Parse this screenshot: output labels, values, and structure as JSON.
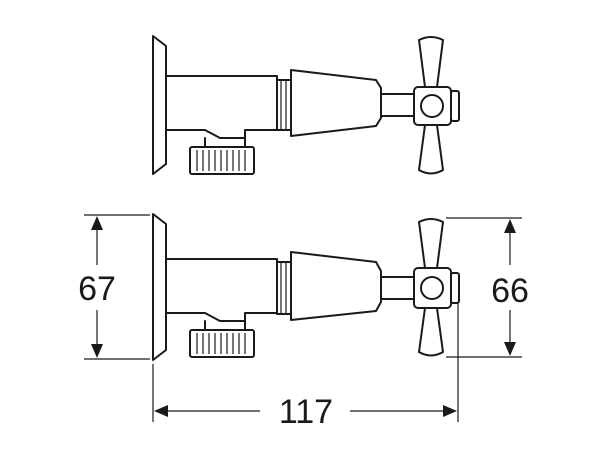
{
  "dimensions": {
    "height_left": "67",
    "height_right": "66",
    "width": "117"
  }
}
